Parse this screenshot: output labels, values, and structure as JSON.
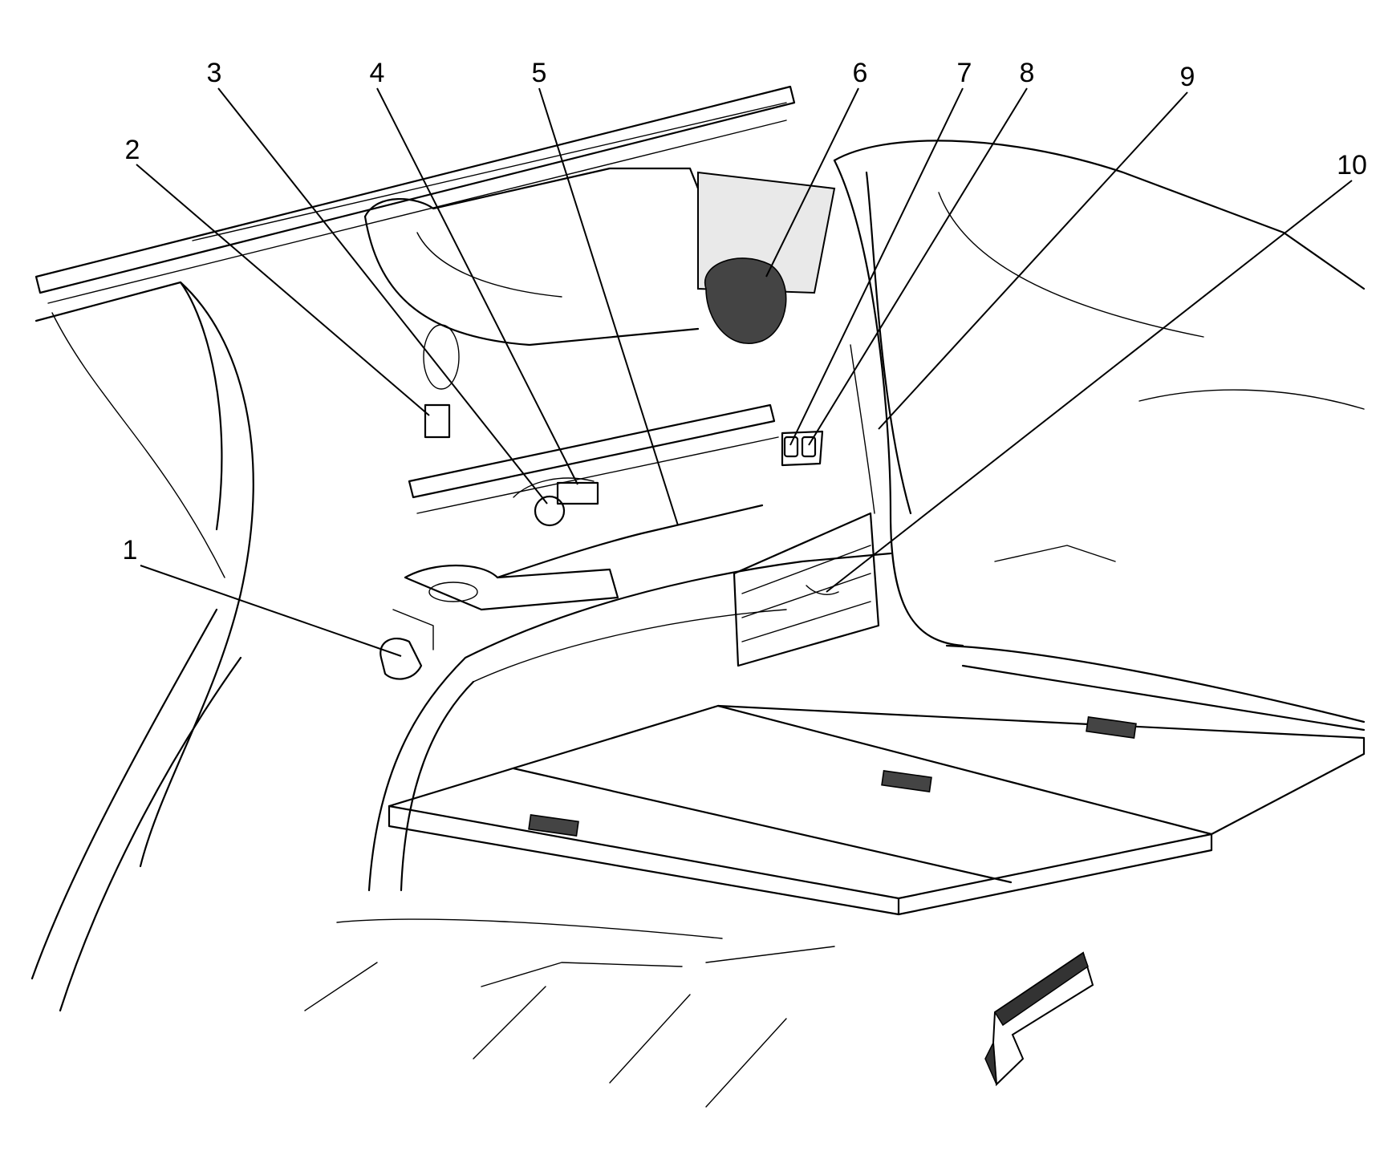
{
  "callouts": [
    {
      "id": "1",
      "label": "1"
    },
    {
      "id": "2",
      "label": "2"
    },
    {
      "id": "3",
      "label": "3"
    },
    {
      "id": "4",
      "label": "4"
    },
    {
      "id": "5",
      "label": "5"
    },
    {
      "id": "6",
      "label": "6"
    },
    {
      "id": "7",
      "label": "7"
    },
    {
      "id": "8",
      "label": "8"
    },
    {
      "id": "9",
      "label": "9"
    },
    {
      "id": "10",
      "label": "10"
    }
  ],
  "colors": {
    "line": "#000000",
    "background": "#ffffff",
    "shade": "#e9e9e9"
  },
  "icons": {
    "direction_arrow": "front-direction-arrow-icon"
  }
}
